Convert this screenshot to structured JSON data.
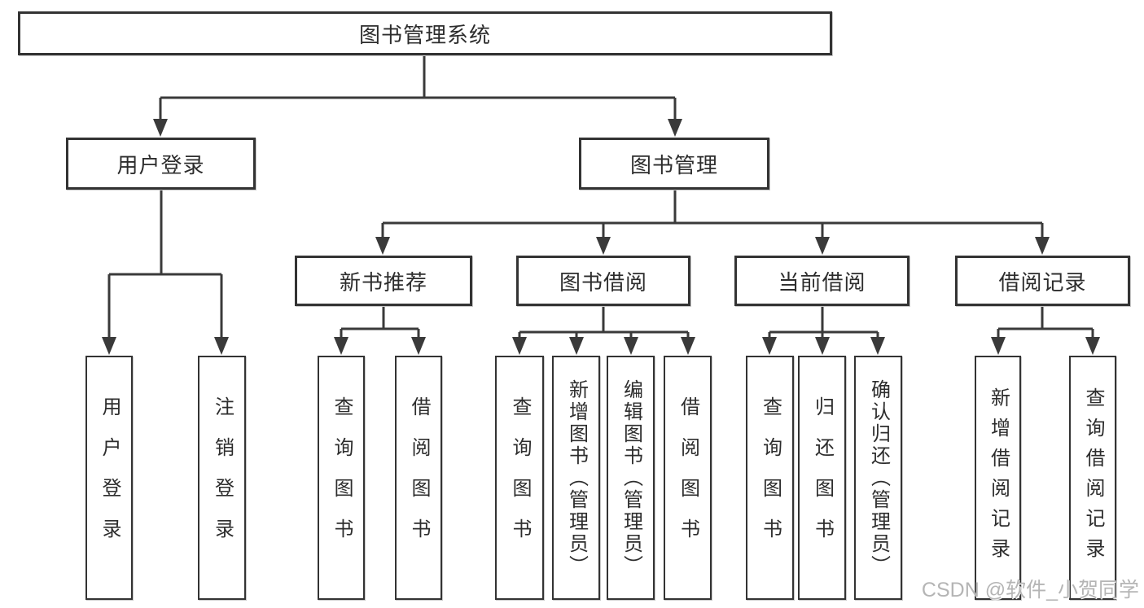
{
  "tree": {
    "root": {
      "label": "图书管理系统"
    },
    "login": {
      "label": "用户登录",
      "children": [
        {
          "label": "用户登录"
        },
        {
          "label": "注销登录"
        }
      ]
    },
    "mgmt": {
      "label": "图书管理",
      "groups": [
        {
          "label": "新书推荐",
          "children": [
            {
              "label": "查询图书"
            },
            {
              "label": "借阅图书"
            }
          ]
        },
        {
          "label": "图书借阅",
          "children": [
            {
              "label": "查询图书"
            },
            {
              "label": "新增图书（管理员）"
            },
            {
              "label": "编辑图书（管理员）"
            },
            {
              "label": "借阅图书"
            }
          ]
        },
        {
          "label": "当前借阅",
          "children": [
            {
              "label": "查询图书"
            },
            {
              "label": "归还图书"
            },
            {
              "label": "确认归还（管理员）"
            }
          ]
        },
        {
          "label": "借阅记录",
          "children": [
            {
              "label": "新增借阅记录"
            },
            {
              "label": "查询借阅记录"
            }
          ]
        }
      ]
    }
  },
  "watermark": {
    "text": "CSDN @软件_小贺同学"
  },
  "colors": {
    "line": "#3a3a3a",
    "border": "#333333",
    "text": "#2d2d2d",
    "watermark": "#b5b5b5",
    "background": "#ffffff"
  }
}
